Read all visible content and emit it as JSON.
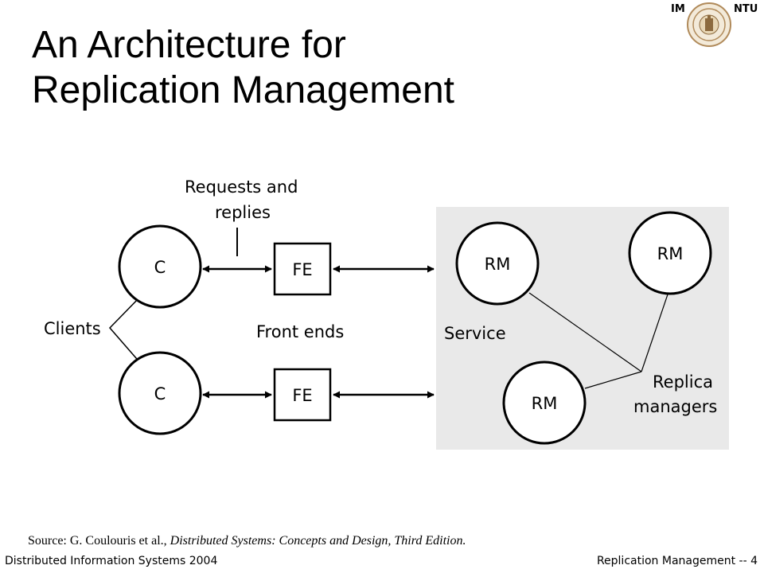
{
  "header": {
    "left_code": "IM",
    "right_code": "NTU"
  },
  "slide": {
    "title_line1": "An Architecture for",
    "title_line2": "Replication Management"
  },
  "diagram": {
    "requests_line1": "Requests and",
    "requests_line2": "replies",
    "clients_label": "Clients",
    "front_ends_label": "Front ends",
    "service_label": "Service",
    "replica_line1": "Replica",
    "replica_line2": "managers",
    "client_node": "C",
    "fe_node": "FE",
    "rm_node": "RM"
  },
  "source": {
    "prefix": "Source: G. Coulouris et al., ",
    "book": "Distributed Systems: Concepts and Design, Third Edition."
  },
  "footer": {
    "left": "Distributed Information Systems 2004",
    "right": "Replication Management -- 4"
  },
  "colors": {
    "service_bg": "#e9e9e9",
    "seal": "#b08a5a"
  }
}
